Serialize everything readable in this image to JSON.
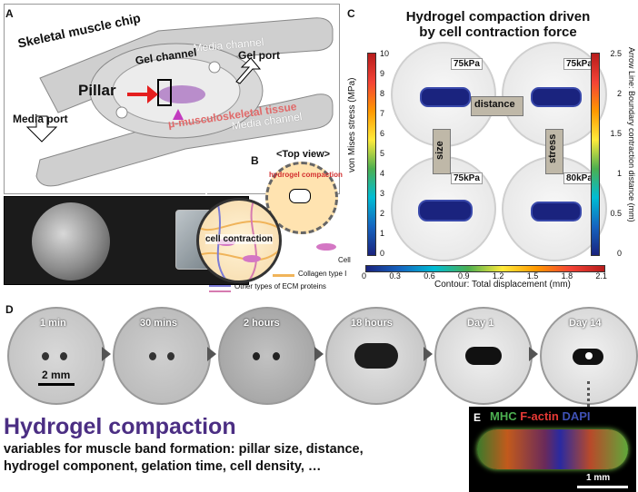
{
  "panel_labels": {
    "a": "A",
    "b": "B",
    "c": "C",
    "d": "D",
    "e": "E"
  },
  "panel_a": {
    "title": "Skeletal muscle chip",
    "media_channel_top": "Media channel",
    "media_channel_bottom": "Media channel",
    "gel_channel": "Gel channel",
    "gel_port": "Gel port",
    "pillar": "Pillar",
    "tissue": "μ-musculoskeletal tissue",
    "media_port": "Media port"
  },
  "panel_b": {
    "top_view": "<Top view>",
    "hydrogel_compaction": "hydrogel compaction",
    "cell_contraction": "cell contraction",
    "legend_cell": "Cell",
    "legend_collagen": "Collagen type I",
    "legend_ecm": "Other types of ECM proteins"
  },
  "panel_c": {
    "title_line1": "Hydrogel compaction driven",
    "title_line2": "by cell contraction force",
    "left_axis_label": "von Mises stress (MPa)",
    "left_ticks": [
      "10",
      "9",
      "8",
      "7",
      "6",
      "5",
      "4",
      "3",
      "2",
      "1",
      "0"
    ],
    "right_axis_label": "Arrow Line: Boundary contraction distance (mm)",
    "right_ticks": [
      "2.5",
      "2",
      "1.5",
      "1",
      "0.5",
      "0"
    ],
    "bottom_ticks": [
      "0",
      "0.3",
      "0.6",
      "0.9",
      "1.2",
      "1.5",
      "1.8",
      "2.1"
    ],
    "bottom_label": "Contour: Total displacement (mm)",
    "sim_labels": [
      "75kPa",
      "75kPa",
      "75kPa",
      "80kPa"
    ],
    "arrow_distance": "distance",
    "arrow_size": "size",
    "arrow_stress": "stress"
  },
  "panel_d": {
    "times": [
      "1 min",
      "30 mins",
      "2 hours",
      "18 hours",
      "Day 1",
      "Day 14"
    ],
    "scale_bar": "2 mm"
  },
  "bottom_text": {
    "title": "Hydrogel compaction",
    "line1": "variables for muscle band formation: pillar size, distance,",
    "line2": "hydrogel component, gelation time, cell density, …"
  },
  "panel_e": {
    "mhc": "MHC",
    "factin": "F-actin",
    "dapi": "DAPI",
    "scale_bar": "1 mm",
    "colors": {
      "mhc": "#4caf50",
      "factin": "#e53935",
      "dapi": "#3f51b5"
    }
  }
}
